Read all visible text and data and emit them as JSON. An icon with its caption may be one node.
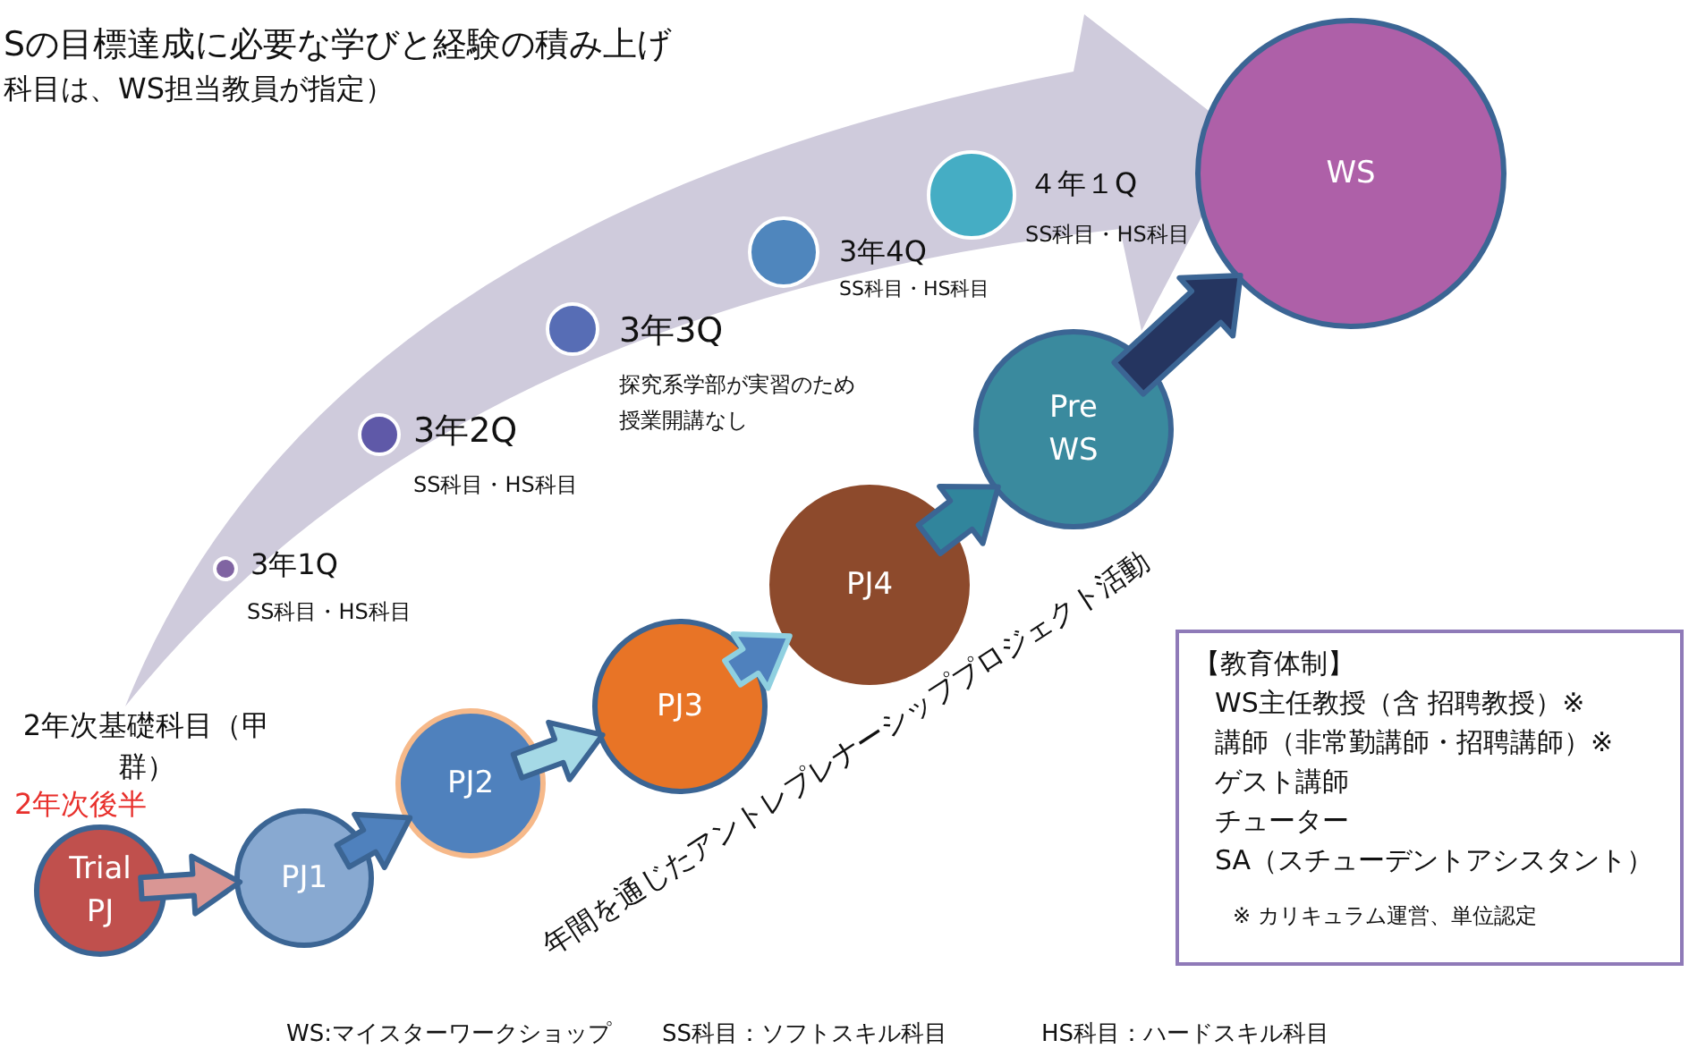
{
  "diagram": {
    "title": "Sの目標達成に必要な学びと経験の積み上げ",
    "caption": "科目は、WS担当教員が指定）",
    "nodes": [
      {
        "text": [],
        "shape": "circle",
        "beside": [
          "3年1Q",
          "SS科目・HS科目"
        ]
      },
      {
        "text": [],
        "shape": "circle",
        "beside": [
          "3年2Q",
          "SS科目・HS科目"
        ]
      },
      {
        "text": [],
        "shape": "circle",
        "beside": [
          "3年3Q",
          "探究系学部が実習のため授業開講なし"
        ]
      },
      {
        "text": [],
        "shape": "circle",
        "beside": [
          "3年4Q",
          "SS科目・HS科目"
        ]
      },
      {
        "text": [],
        "shape": "circle",
        "beside": [
          "４年１Q",
          "SS科目・HS科目"
        ]
      },
      {
        "text": [
          "2年次基礎科目（甲群）"
        ]
      },
      {
        "text": [
          "Trial PJ"
        ]
      },
      {
        "text": [
          "PJ1"
        ]
      },
      {
        "text": [
          "PJ2"
        ]
      },
      {
        "text": [
          "PJ3"
        ]
      },
      {
        "text": [
          "PJ4"
        ]
      },
      {
        "text": [
          "Pre WS"
        ]
      },
      {
        "text": [
          "WS"
        ]
      },
      {
        "text": [
          "【教育体制】",
          "WS主任教授（含 招聘教授）※",
          "講師（非常勤講師・招聘講師）※",
          "ゲスト講師",
          "チューター",
          "SA（スチューデントアシスタント）",
          "※ カリキュラム運営、単位認定"
        ]
      }
    ],
    "edges": [
      {
        "from": 5,
        "to": 12,
        "arrow": "to",
        "style": "thick",
        "color": "#cfcbdc"
      },
      {
        "from": 6,
        "to": 7,
        "arrow": "to",
        "style": "thick",
        "color": "#d99694"
      },
      {
        "from": 7,
        "to": 8,
        "arrow": "to",
        "style": "thick",
        "color": "#4f81bd"
      },
      {
        "from": 8,
        "to": 9,
        "arrow": "to",
        "style": "thick",
        "color": "#a5d9e6"
      },
      {
        "from": 9,
        "to": 10,
        "arrow": "to",
        "style": "thick",
        "color": "#4f81bd"
      },
      {
        "from": 10,
        "to": 11,
        "arrow": "to",
        "style": "thick",
        "color": "#31859c"
      },
      {
        "from": 11,
        "to": 12,
        "arrow": "to",
        "style": "thick",
        "color": "#253560"
      }
    ],
    "labels": [
      "2年次後半",
      "年間を通じたアントレプレナーシッププロジェクト活動",
      "WS:マイスターワークショップ",
      "SS科目：ソフトスキル科目",
      "HS科目：ハードスキル科目"
    ]
  }
}
